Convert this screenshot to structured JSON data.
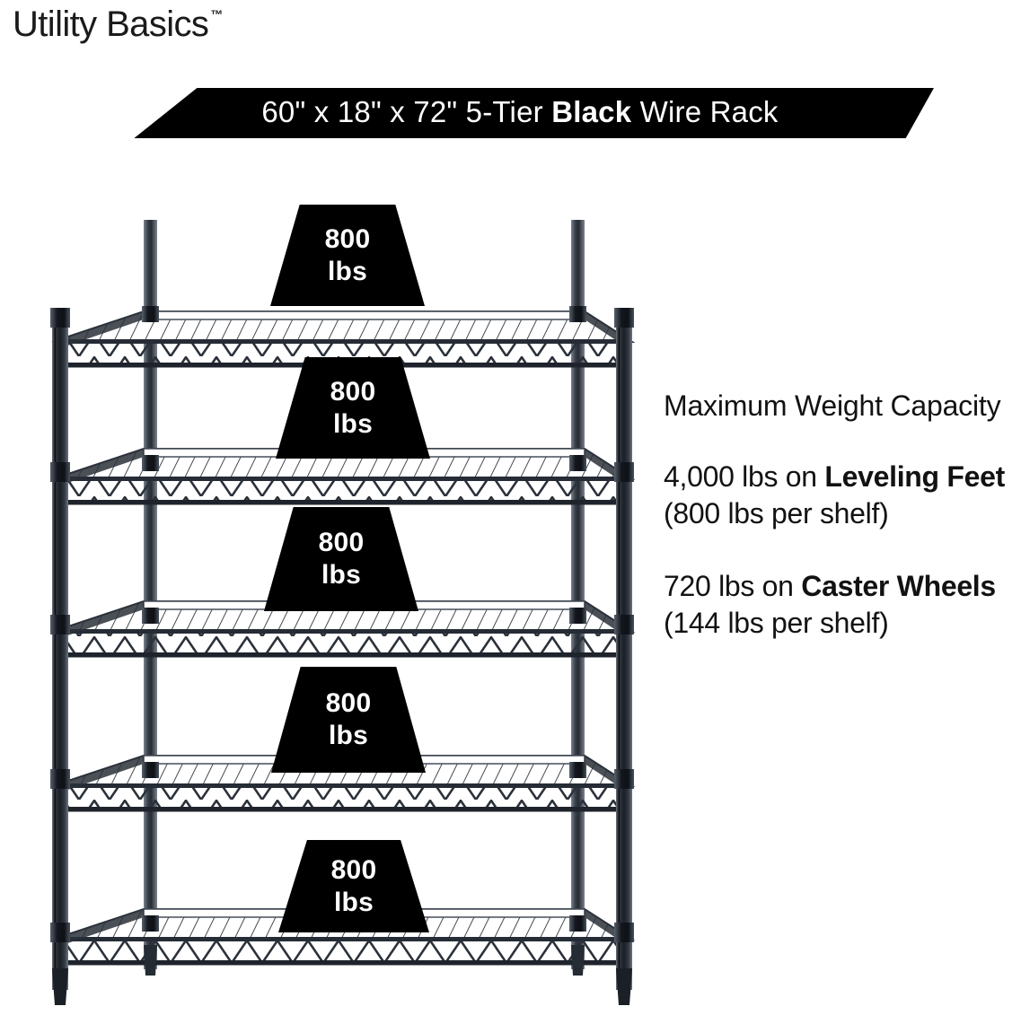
{
  "brand": {
    "name": "Utility Basics",
    "trademark": "™"
  },
  "banner": {
    "prefix": "60\" x 18\" x 72\" 5-Tier ",
    "emphasis": "Black",
    "suffix": " Wire Rack",
    "full_text": "60\" x 18\" x 72\" 5-Tier Black Wire Rack",
    "background_color": "#000000",
    "text_color": "#ffffff"
  },
  "product": {
    "width_in": "60\"",
    "depth_in": "18\"",
    "height_in": "72\"",
    "tiers": "5-Tier",
    "color": "Black",
    "type": "Wire Rack",
    "shelf_count": 5,
    "finish_color": "#2b313a"
  },
  "badges": [
    {
      "value": "800",
      "unit": "lbs"
    },
    {
      "value": "800",
      "unit": "lbs"
    },
    {
      "value": "800",
      "unit": "lbs"
    },
    {
      "value": "800",
      "unit": "lbs"
    },
    {
      "value": "800",
      "unit": "lbs"
    }
  ],
  "info": {
    "heading": "Maximum Weight Capacity",
    "leveling": {
      "lead": "4,000 lbs on ",
      "emphasis": "Leveling Feet",
      "tail": " (800 lbs per shelf)",
      "full_text": "4,000 lbs on Leveling Feet (800 lbs per shelf)"
    },
    "caster": {
      "lead": "720 lbs on ",
      "emphasis": "Caster Wheels",
      "tail": " (144 lbs per shelf)",
      "full_text": "720 lbs on Caster Wheels (144 lbs per shelf)"
    }
  }
}
